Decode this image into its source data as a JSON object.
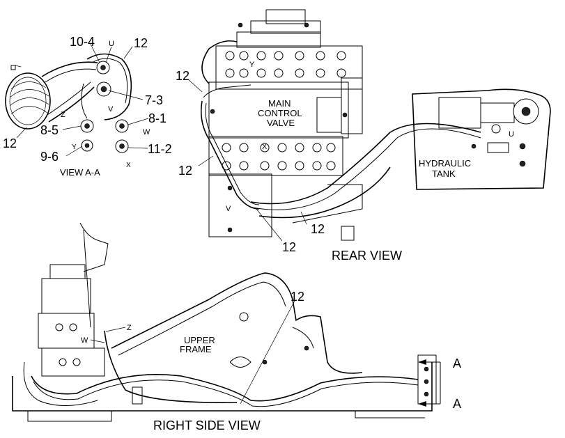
{
  "labels": {
    "view_aa": {
      "n10_4": "10-4",
      "u": "U",
      "n12_top": "12",
      "n7_3": "7-3",
      "v": "V",
      "z": "Z",
      "n8_5": "8-5",
      "n8_1": "8-1",
      "w": "W",
      "n12_left": "12",
      "y": "Y",
      "n9_6": "9-6",
      "n11_2": "11-2",
      "x": "X",
      "title": "VIEW A-A"
    },
    "rear_view": {
      "n12_a": "12",
      "y": "Y",
      "main1": "MAIN",
      "main2": "CONTROL",
      "main3": "VALVE",
      "x": "X",
      "n12_b": "12",
      "v": "V",
      "n12_c": "12",
      "n12_d": "12",
      "u": "U",
      "tank1": "HYDRAULIC",
      "tank2": "TANK",
      "title": "REAR VIEW"
    },
    "side_view": {
      "n12": "12",
      "z": "Z",
      "w": "W",
      "frame1": "UPPER",
      "frame2": "FRAME",
      "a_top": "A",
      "a_bottom": "A",
      "title": "RIGHT SIDE VIEW"
    }
  }
}
